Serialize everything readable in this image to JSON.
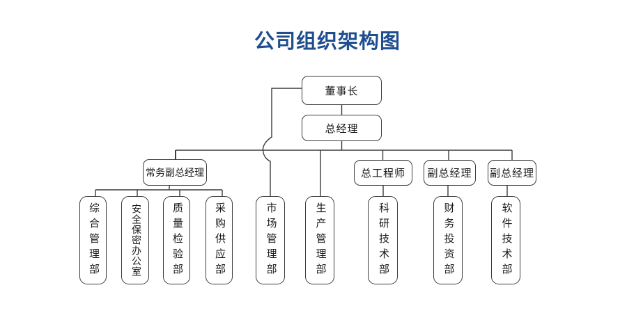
{
  "title": {
    "text": "公司组织架构图",
    "color": "#1F4E8F"
  },
  "colors": {
    "title_blue": "#1F4E8F",
    "line_and_border": "#3B3B3B",
    "background": "#FFFFFF"
  },
  "org": {
    "chairman": "董事长",
    "general_manager": "总经理",
    "executive_deputy_gm": "常务副总经理",
    "chief_engineer": "总工程师",
    "deputy_gm_1": "副总经理",
    "deputy_gm_2": "副总经理",
    "dept_general": "综合管理部",
    "dept_security": "安全保密办公室",
    "dept_quality": "质量检验部",
    "dept_procure": "采购供应部",
    "dept_market": "市场管理部",
    "dept_production": "生产管理部",
    "dept_research": "科研技术部",
    "dept_finance": "财务投资部",
    "dept_software": "软件技术部"
  },
  "hierarchy": {
    "董事长": {
      "总经理": {
        "常务副总经理": [
          "综合管理部",
          "安全保密办公室",
          "质量检验部",
          "采购供应部"
        ],
        "生产管理部": [],
        "总工程师": [
          "科研技术部"
        ],
        "副总经理(1)": [
          "财务投资部"
        ],
        "副总经理(2)": [
          "软件技术部"
        ]
      },
      "市场管理部": {}
    }
  }
}
